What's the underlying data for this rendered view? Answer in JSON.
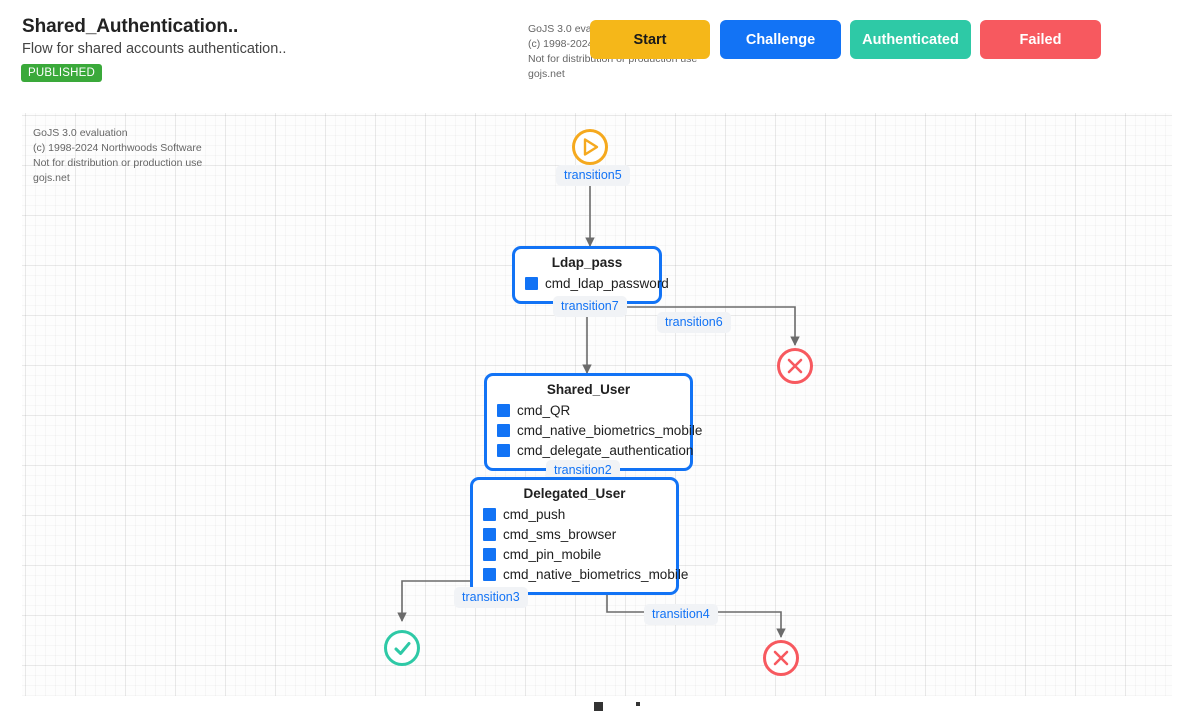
{
  "header": {
    "title": "Shared_Authentication..",
    "subtitle": "Flow for shared accounts authentication..",
    "status_badge": "PUBLISHED",
    "watermark": {
      "line1": "GoJS 3.0 evaluation",
      "line2": "(c) 1998-2024 Northwoods Software",
      "line3": "Not for distribution or production use",
      "line4": "gojs.net"
    },
    "legend": [
      {
        "label": "Start",
        "color": "#f5b719",
        "text_color": "#1a1a1a"
      },
      {
        "label": "Challenge",
        "color": "#1273f5",
        "text_color": "#ffffff"
      },
      {
        "label": "Authenticated",
        "color": "#2ec9a6",
        "text_color": "#ffffff"
      },
      {
        "label": "Failed",
        "color": "#f7595f",
        "text_color": "#ffffff"
      }
    ]
  },
  "canvas": {
    "watermark": {
      "line1": "GoJS 3.0 evaluation",
      "line2": "(c) 1998-2024 Northwoods Software",
      "line3": "Not for distribution or production use",
      "line4": "gojs.net"
    }
  },
  "diagram": {
    "nodes": [
      {
        "id": "start",
        "type": "start",
        "icon": "play-circle-icon",
        "accent": "#f5a91e"
      },
      {
        "id": "ldap_pass",
        "type": "challenge",
        "title": "Ldap_pass",
        "commands": [
          "cmd_ldap_password"
        ]
      },
      {
        "id": "shared_user",
        "type": "challenge",
        "title": "Shared_User",
        "commands": [
          "cmd_QR",
          "cmd_native_biometrics_mobile",
          "cmd_delegate_authentication"
        ]
      },
      {
        "id": "delegated_user",
        "type": "challenge",
        "title": "Delegated_User",
        "commands": [
          "cmd_push",
          "cmd_sms_browser",
          "cmd_pin_mobile",
          "cmd_native_biometrics_mobile"
        ]
      },
      {
        "id": "fail_top",
        "type": "failed",
        "icon": "x-circle-icon",
        "accent": "#f7595f"
      },
      {
        "id": "success",
        "type": "authenticated",
        "icon": "check-circle-icon",
        "accent": "#2ec9a6"
      },
      {
        "id": "fail_bottom",
        "type": "failed",
        "icon": "x-circle-icon",
        "accent": "#f7595f"
      }
    ],
    "edges": [
      {
        "id": "transition5",
        "label": "transition5",
        "from": "start",
        "to": "ldap_pass"
      },
      {
        "id": "transition7",
        "label": "transition7",
        "from": "ldap_pass",
        "to": "shared_user"
      },
      {
        "id": "transition6",
        "label": "transition6",
        "from": "ldap_pass",
        "to": "fail_top"
      },
      {
        "id": "transition2",
        "label": "transition2",
        "from": "shared_user",
        "to": "delegated_user"
      },
      {
        "id": "transition3",
        "label": "transition3",
        "from": "delegated_user",
        "to": "success"
      },
      {
        "id": "transition4",
        "label": "transition4",
        "from": "delegated_user",
        "to": "fail_bottom"
      }
    ]
  }
}
